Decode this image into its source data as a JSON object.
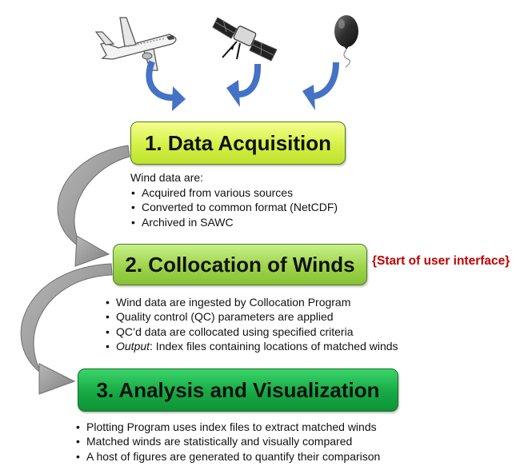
{
  "steps": [
    {
      "title": "1. Data Acquisition",
      "intro": "Wind data are:",
      "bullets": [
        "Acquired from various sources",
        "Converted to common format (NetCDF)",
        "Archived in SAWC"
      ]
    },
    {
      "title": "2. Collocation of Winds",
      "note": "{Start of user interface}",
      "bullets": [
        "Wind data are ingested by Collocation Program",
        "Quality control (QC) parameters are applied",
        "QC’d data are collocated using specified criteria"
      ],
      "output_label": "Output",
      "output_text": ": Index files containing locations of matched winds"
    },
    {
      "title": "3. Analysis and Visualization",
      "bullets": [
        "Plotting Program uses index files to extract matched winds",
        "Matched winds are statistically and visually compared",
        "A host of figures are generated to quantify their comparison"
      ]
    }
  ],
  "sources": [
    "airplane-icon",
    "satellite-icon",
    "balloon-icon"
  ],
  "colors": {
    "box1": "#d4f046",
    "box2": "#9ed44a",
    "box3": "#17a945",
    "note": "#c00000",
    "source_arrow": "#4472c4",
    "flow_arrow": "#8a8a8a"
  }
}
